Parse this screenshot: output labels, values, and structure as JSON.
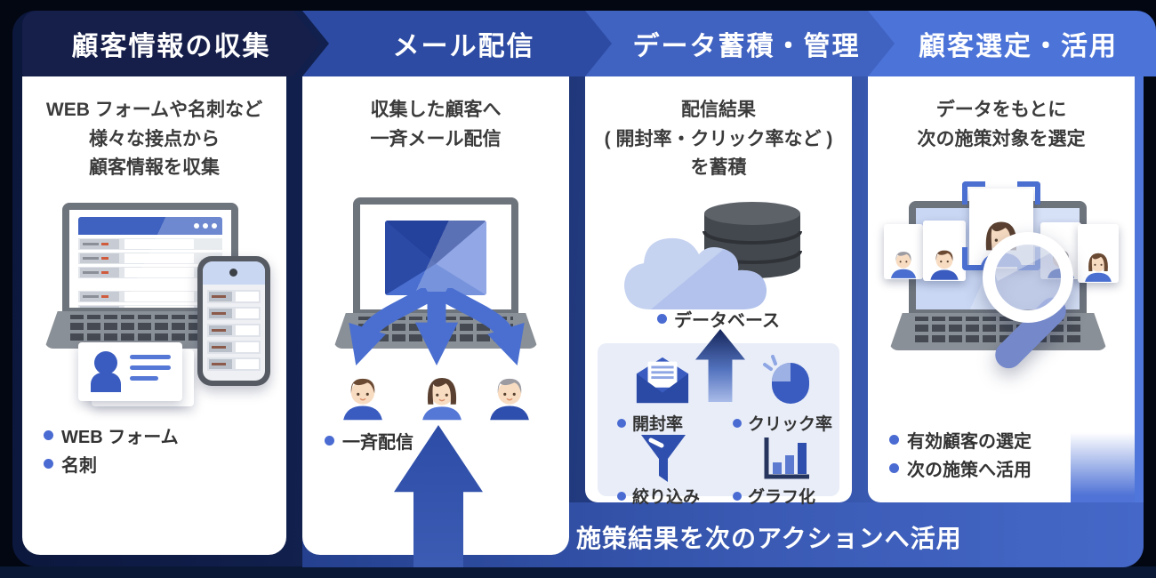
{
  "steps": [
    {
      "title": "顧客情報の収集",
      "desc": [
        "WEB フォームや名刺など",
        "様々な接点から",
        "顧客情報を収集"
      ],
      "bullets": [
        "WEB フォーム",
        "名刺"
      ],
      "icons": [
        "laptop-form",
        "smartphone-form",
        "business-card"
      ]
    },
    {
      "title": "メール配信",
      "desc": [
        "収集した顧客へ",
        "一斉メール配信"
      ],
      "bullets": [
        "一斉配信"
      ],
      "icons": [
        "laptop",
        "envelope",
        "broadcast-arrows",
        "customer-avatars"
      ]
    },
    {
      "title": "データ蓄積・管理",
      "desc": [
        "配信結果",
        "( 開封率・クリック率など )",
        "を蓄積"
      ],
      "bullets": [
        "データベース"
      ],
      "metrics": [
        "開封率",
        "クリック率",
        "絞り込み",
        "グラフ化"
      ],
      "icons": [
        "database-cylinder",
        "cloud",
        "up-arrow",
        "open-envelope",
        "mouse-click",
        "funnel",
        "bar-chart"
      ]
    },
    {
      "title": "顧客選定・活用",
      "desc": [
        "データをもとに",
        "次の施策対象を選定"
      ],
      "bullets": [
        "有効顧客の選定",
        "次の施策へ活用"
      ],
      "icons": [
        "laptop",
        "photo-cards",
        "selection-brackets",
        "magnifier"
      ]
    }
  ],
  "banner": {
    "label": "施策結果を次のアクションへ活用"
  },
  "palette": {
    "stage_left": "#0c173c",
    "stage_right": "#5077dc",
    "step_header_colors": [
      "#161f4a",
      "#2d4ba2",
      "#4062c0",
      "#4b73d8"
    ],
    "accent_blue": "#4a6bd2",
    "banner_left": "#24408e",
    "banner_right": "#4568c8",
    "panel_bg": "#ffffff",
    "inner_panel_bg": "#e8edf8",
    "text_dark": "#3b3b3b"
  }
}
